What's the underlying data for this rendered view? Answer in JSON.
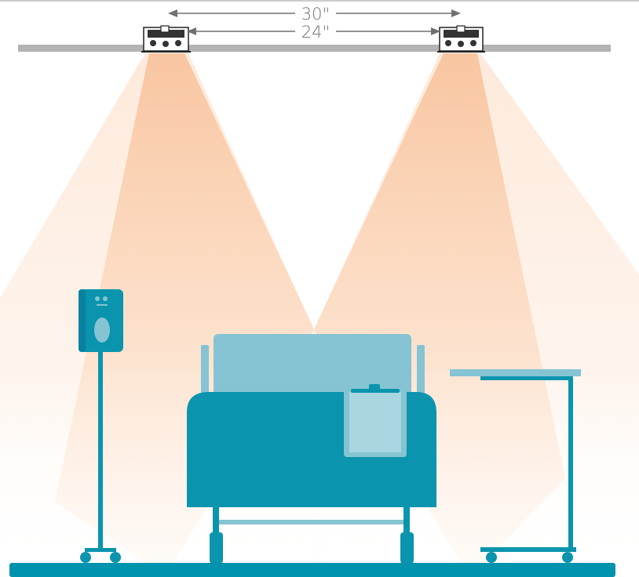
{
  "dimensions": {
    "outer_spacing": "30\"",
    "inner_spacing": "24\""
  },
  "colors": {
    "light_beam": "#f9c9a4",
    "ceiling": "#b3b3b3",
    "floor": "#0093ad",
    "equipment_dark": "#0a94ad",
    "equipment_light": "#86c4d3",
    "dimension_line": "#707070"
  },
  "fixtures": [
    "downlight-left",
    "downlight-right"
  ],
  "objects": [
    "iv-pump-stand",
    "hospital-bed",
    "clipboard",
    "overbed-table"
  ]
}
